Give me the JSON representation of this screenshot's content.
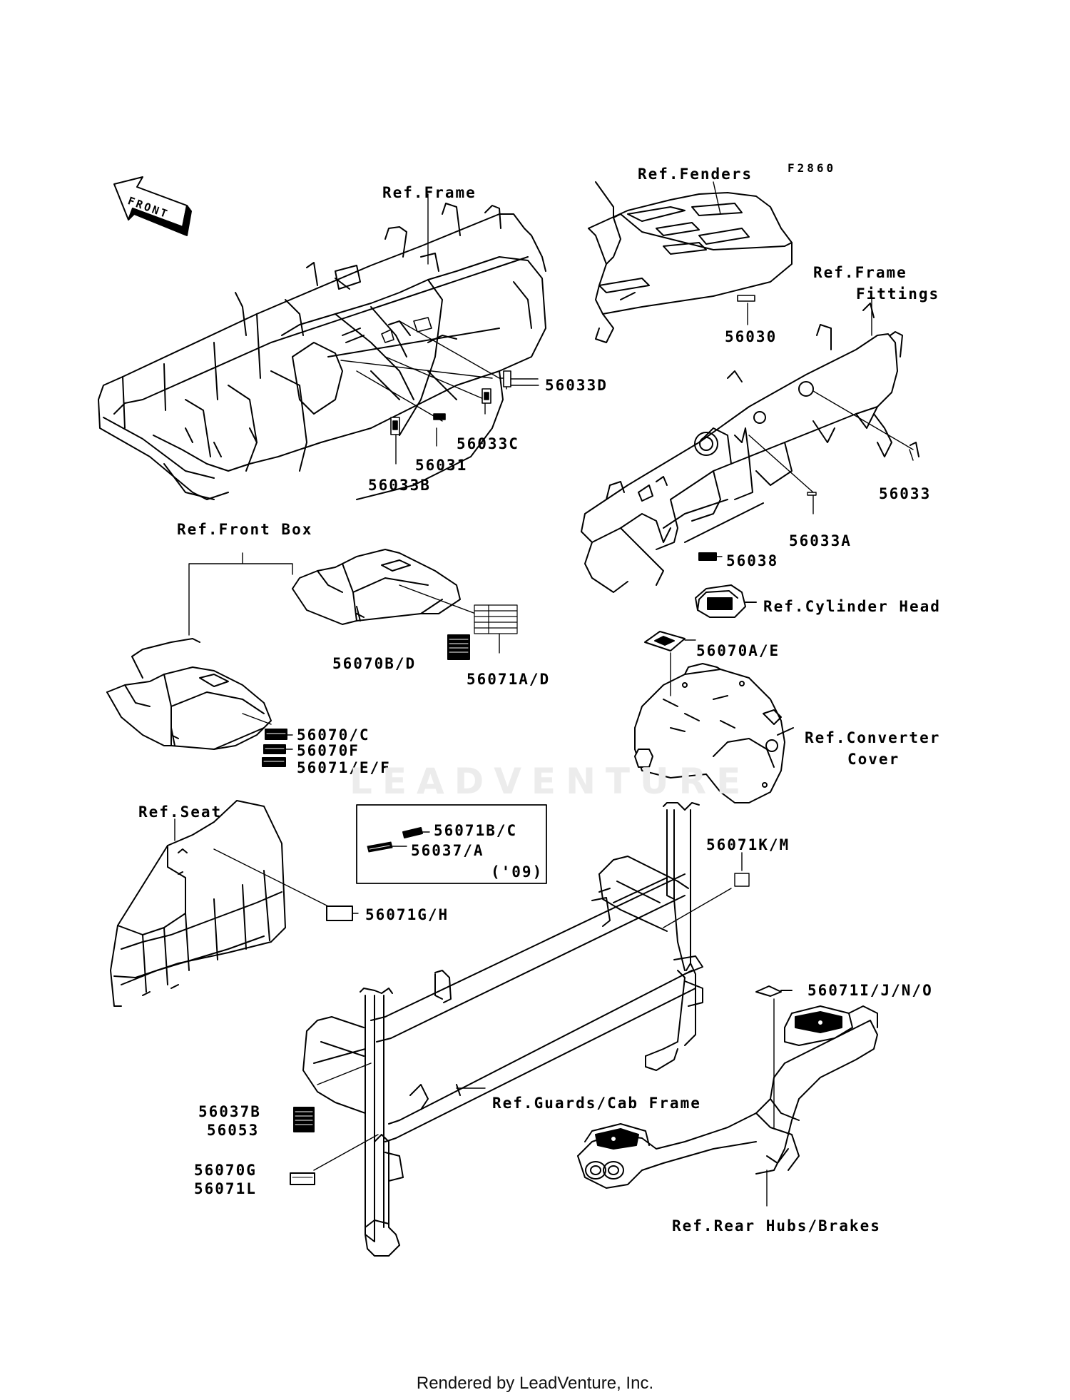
{
  "diagram_code": "F2860",
  "front_arrow_label": "FRONT",
  "watermark": "LEADVENTURE",
  "footer": "Rendered by LeadVenture, Inc.",
  "references": {
    "frame": "Ref.Frame",
    "fenders": "Ref.Fenders",
    "frame_fittings_1": "Ref.Frame",
    "frame_fittings_2": "Fittings",
    "front_box": "Ref.Front Box",
    "cylinder_head": "Ref.Cylinder Head",
    "converter_cover_1": "Ref.Converter",
    "converter_cover_2": "Cover",
    "seat": "Ref.Seat",
    "guards_cab_frame": "Ref.Guards/Cab Frame",
    "rear_hubs_brakes": "Ref.Rear Hubs/Brakes"
  },
  "parts": {
    "p56033D": "56033D",
    "p56030": "56030",
    "p56033C": "56033C",
    "p56031": "56031",
    "p56033B": "56033B",
    "p56033": "56033",
    "p56033A": "56033A",
    "p56038": "56038",
    "p56070BD": "56070B/D",
    "p56071AD": "56071A/D",
    "p56070AE": "56070A/E",
    "p56070C": "56070/C",
    "p56070F": "56070F",
    "p56071EF": "56071/E/F",
    "p56071BC": "56071B/C",
    "p56037A": "56037/A",
    "year09": "('09)",
    "p56071KM": "56071K/M",
    "p56071GH": "56071G/H",
    "p56071IJNO": "56071I/J/N/O",
    "p56037B": "56037B",
    "p56053": "56053",
    "p56070G": "56070G",
    "p56071L": "56071L"
  }
}
